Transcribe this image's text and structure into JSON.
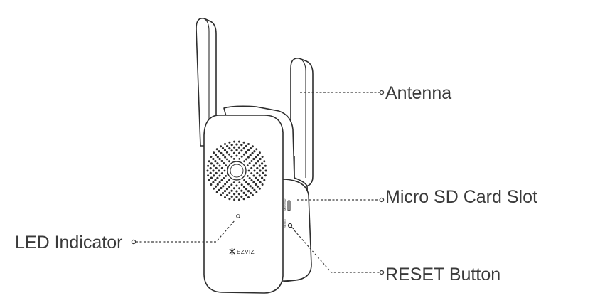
{
  "callouts": {
    "antenna": "Antenna",
    "sd_slot": "Micro SD Card Slot",
    "led": "LED Indicator",
    "reset": "RESET Button"
  },
  "device": {
    "brand_text": "EZVIZ",
    "sd_side_text": "Micro SD",
    "reset_side_text": "RESET"
  },
  "colors": {
    "line": "#2e2e2e",
    "label": "#3a3a3a",
    "background": "#ffffff"
  }
}
